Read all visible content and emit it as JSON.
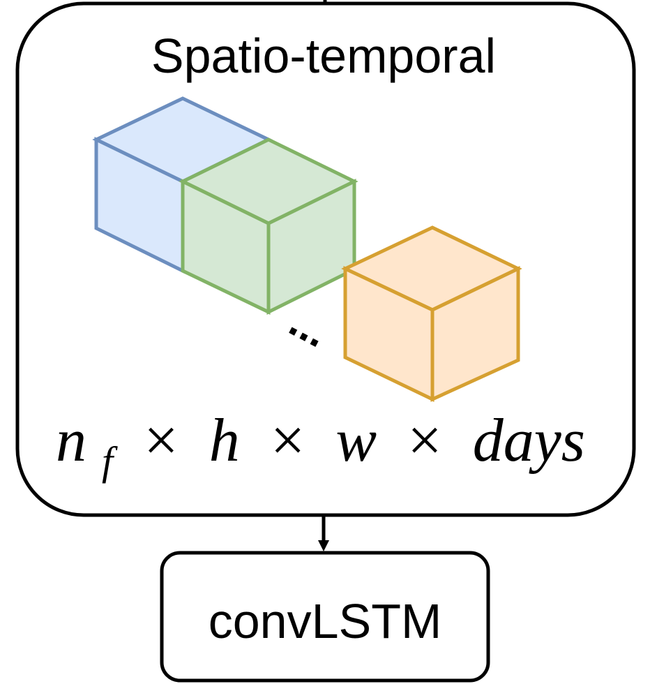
{
  "container": {
    "title": "Spatio-temporal"
  },
  "formula": {
    "n": "n",
    "sub_f": "f",
    "times_1": "×",
    "h": "h",
    "times_2": "×",
    "w": "w",
    "times_3": "×",
    "days": "days"
  },
  "ellipsis": "...",
  "model_box": {
    "label": "convLSTM"
  },
  "colors": {
    "stroke": "#000000",
    "blue_fill": "#dae8fc",
    "blue_stroke": "#6c8ebf",
    "green_fill": "#d5e8d4",
    "green_stroke": "#82b366",
    "orange_fill": "#ffe6cc",
    "orange_stroke": "#d6a031"
  }
}
